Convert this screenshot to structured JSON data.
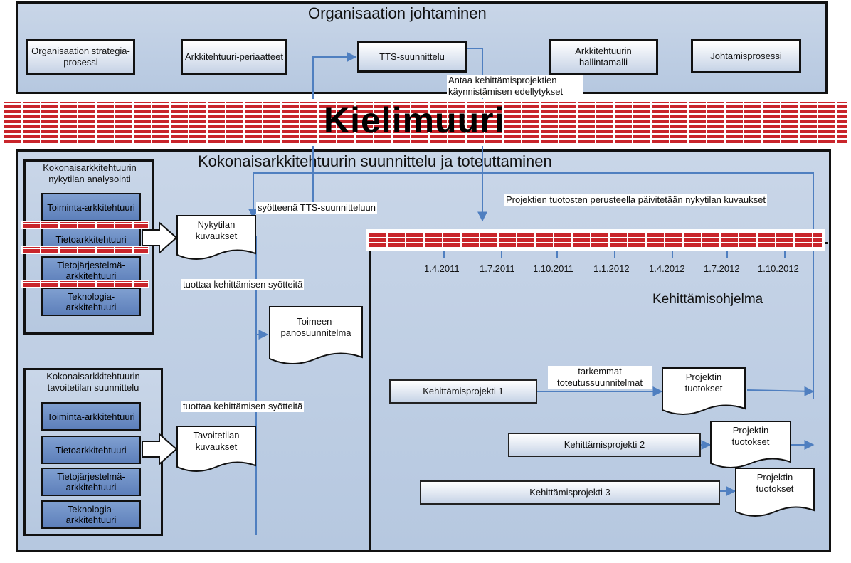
{
  "top": {
    "title": "Organisaation johtaminen",
    "boxes": [
      "Organisaation strategia-prosessi",
      "Arkkitehtuuri-periaatteet",
      "TTS-suunnittelu",
      "Arkkitehtuurin hallintamalli",
      "Johtamisprosessi"
    ],
    "note": "Antaa kehittämisprojektien käynnistämisen edellytykset"
  },
  "wall_text": "Kielimuuri",
  "bottom": {
    "title": "Kokonaisarkkitehtuurin suunnittelu ja toteuttaminen",
    "current": {
      "title": "Kokonaisarkkitehtuurin nykytilan analysointi",
      "items": [
        "Toiminta-arkkitehtuuri",
        "Tietoarkkitehtuuri",
        "Tietojärjestelmä-arkkitehtuuri",
        "Teknologia-arkkitehtuuri"
      ]
    },
    "target": {
      "title": "Kokonaisarkkitehtuurin tavoitetilan suunnittelu",
      "items": [
        "Toiminta-arkkitehtuuri",
        "Tietoarkkitehtuuri",
        "Tietojärjestelmä-arkkitehtuuri",
        "Teknologia-arkkitehtuuri"
      ]
    },
    "docs": {
      "current": "Nykytilan kuvaukset",
      "target": "Tavoitetilan kuvaukset",
      "plan": "Toimeen-panosuunnitelma"
    },
    "labels": {
      "input_tts": "syötteenä TTS-suunnitteluun",
      "produces_1": "tuottaa kehittämisen syötteitä",
      "produces_2": "tuottaa kehittämisen syötteitä",
      "update": "Projektien tuotosten perusteella päivitetään nykytilan kuvaukset",
      "detailed": "tarkemmat toteutussuunnitelmat"
    },
    "program": {
      "title": "Kehittämisohjelma",
      "dates": [
        "1.4.2011",
        "1.7.2011",
        "1.10.2011",
        "1.1.2012",
        "1.4.2012",
        "1.7.2012",
        "1.10.2012"
      ],
      "projects": [
        "Kehittämisprojekti 1",
        "Kehittämisprojekti 2",
        "Kehittämisprojekti 3"
      ],
      "outputs": [
        "Projektin tuotokset",
        "Projektin tuotokset",
        "Projektin tuotokset"
      ]
    }
  }
}
